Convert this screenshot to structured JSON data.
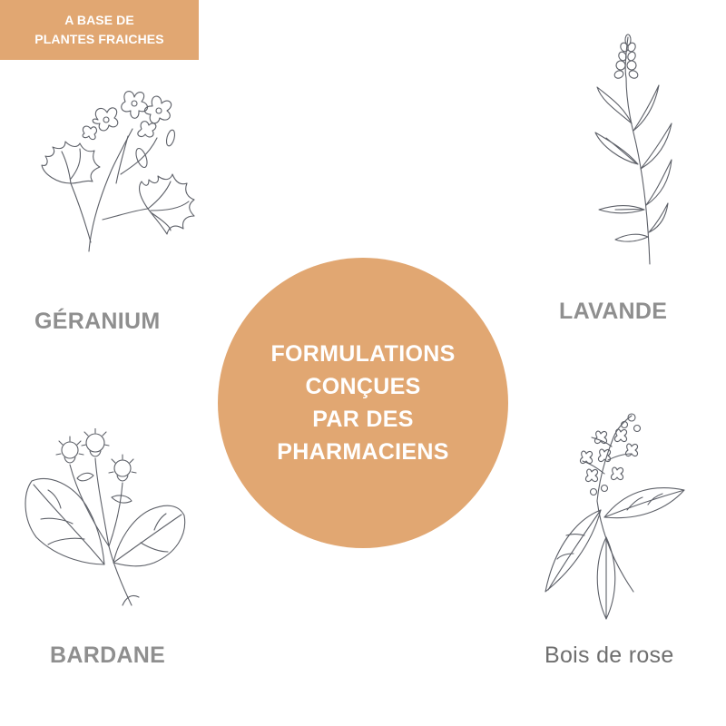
{
  "badge": {
    "line1": "A BASE DE",
    "line2": "PLANTES FRAICHES"
  },
  "center": {
    "line1": "FORMULATIONS",
    "line2": "CONÇUES",
    "line3": "PAR DES",
    "line4": "PHARMACIENS"
  },
  "plants": {
    "geranium": {
      "label": "GÉRANIUM",
      "icon": "geranium-illustration"
    },
    "lavande": {
      "label": "LAVANDE",
      "icon": "lavender-illustration"
    },
    "bardane": {
      "label": "BARDANE",
      "icon": "burdock-illustration"
    },
    "bois_de_rose": {
      "label": "Bois de rose",
      "icon": "rosewood-illustration"
    }
  },
  "colors": {
    "accent": "#e1a772",
    "label_gray": "#8f8f8f",
    "line_art": "#5d6068"
  }
}
